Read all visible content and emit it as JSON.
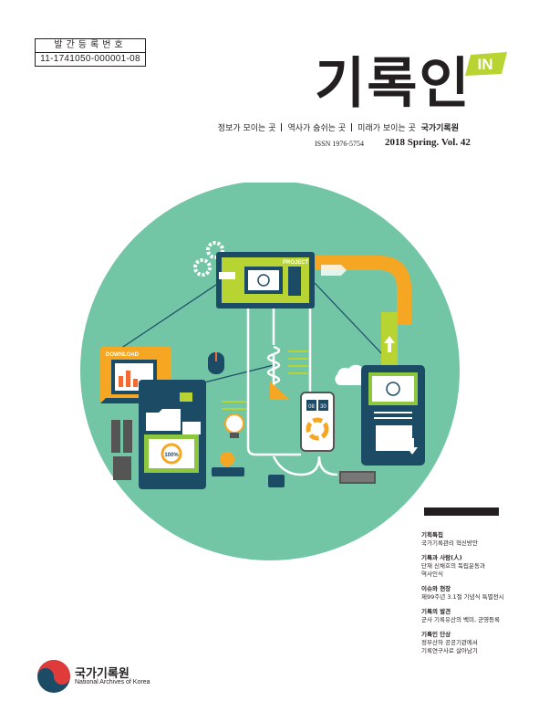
{
  "publication_number": {
    "label": "발간등록번호",
    "value": "11-1741050-000001-08"
  },
  "masthead": {
    "title": "기록인",
    "badge": "IN"
  },
  "tagline": {
    "parts": [
      "정보가 모이는 곳",
      "역사가 숨쉬는 곳",
      "미래가 보이는 곳"
    ],
    "org": "국가기록원"
  },
  "issn": "ISSN 1976-5754",
  "issue": "2018 Spring. Vol. 42",
  "illustration": {
    "project_label": "PROJECT",
    "download_label": "DOWNLOAD",
    "progress_label": "100%",
    "calendar_left": "08",
    "calendar_right": "30"
  },
  "toc": [
    {
      "heading": "기획특집",
      "lines": [
        "국가기록관리 혁신방안"
      ]
    },
    {
      "heading": "기록과 사람(人)",
      "lines": [
        "단재 신채호의 독립운동과",
        "역사인식"
      ]
    },
    {
      "heading": "이슈와 현장",
      "lines": [
        "제99주년 3.1절 기념식 특별전시"
      ]
    },
    {
      "heading": "기록의 발견",
      "lines": [
        "군사 기록유산의 백미, 군영등록"
      ]
    },
    {
      "heading": "기록인 단상",
      "lines": [
        "정부산하 공공기관에서",
        "기록연구사로 살아남기"
      ]
    }
  ],
  "footer": {
    "org_ko": "국가기록원",
    "org_en": "National Archives of Korea"
  },
  "colors": {
    "circle": "#72c6a6",
    "navy": "#1c4b66",
    "orange": "#f5a623",
    "yellow_green": "#b8d433",
    "monitor": "#8dc63f"
  }
}
